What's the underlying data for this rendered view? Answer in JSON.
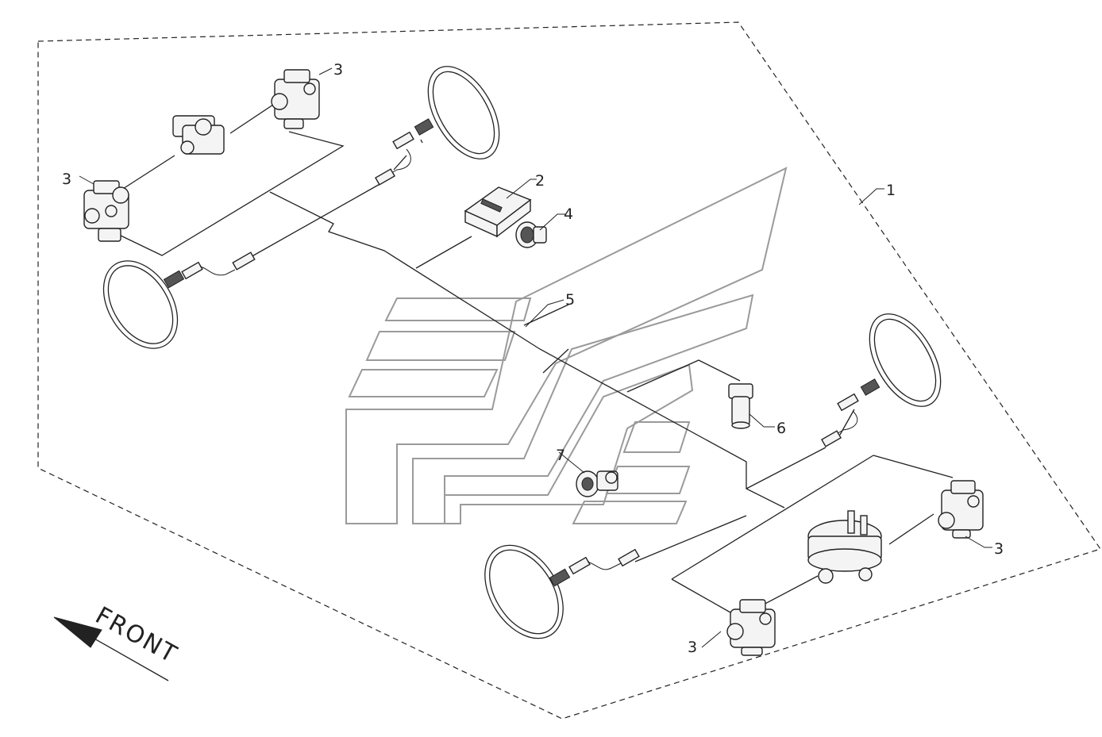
{
  "diagram": {
    "orientation_label": "FRONT",
    "callouts": {
      "c1": "1",
      "c2": "2",
      "c3": "3",
      "c4": "4",
      "c5": "5",
      "c6": "6",
      "c7": "7"
    },
    "colors": {
      "line": "#222222",
      "watermark": "#9a9a9a",
      "background": "#ffffff"
    }
  }
}
